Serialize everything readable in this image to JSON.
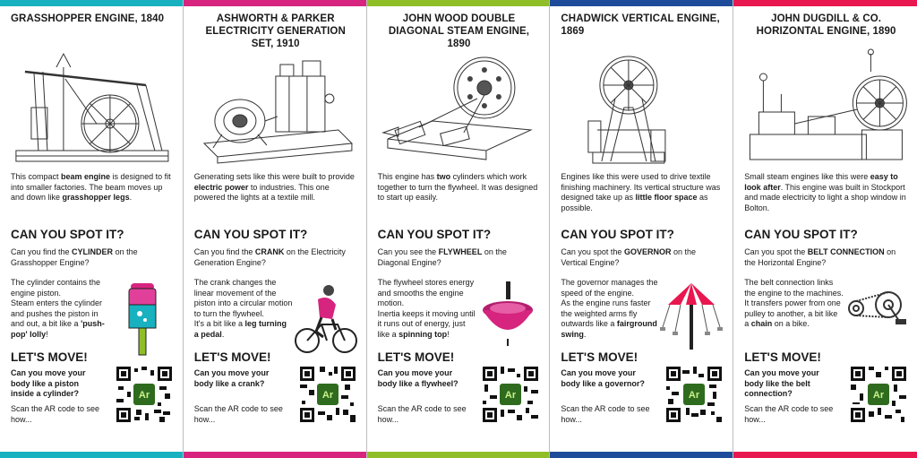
{
  "colors": {
    "teal": "#17b1bf",
    "magenta": "#d6247f",
    "green": "#8fbe27",
    "blue": "#1e4c9a",
    "pink": "#e8174f",
    "qr_badge": "#2f6b1f"
  },
  "panels": [
    {
      "title": "GRASSHOPPER ENGINE, 1840",
      "intro": [
        "This compact ",
        "beam engine",
        " is designed to fit into smaller factories. The beam moves up and down like ",
        "grasshopper legs",
        "."
      ],
      "spot_heading": "CAN YOU SPOT IT?",
      "question": [
        "Can you find the ",
        "CYLINDER",
        " on the Grasshopper Engine?"
      ],
      "body": [
        "The cylinder contains the engine piston.",
        "Steam enters the cylinder and pushes the piston in and out, a bit like a ",
        "'push-pop' lolly",
        "!"
      ],
      "move_heading": "LET'S MOVE!",
      "move_question": "Can you move your body like a piston inside a cylinder?",
      "scan": "Scan the AR code to see how...",
      "qr_label": "Ar"
    },
    {
      "title": "ASHWORTH & PARKER ELECTRICITY GENERATION SET, 1910",
      "intro": [
        "Generating sets like this were built to provide ",
        "electric power",
        " to industries. This one powered the lights at a textile mill."
      ],
      "spot_heading": "CAN YOU SPOT IT?",
      "question": [
        "Can you find the ",
        "CRANK",
        " on the Electricity Generation Engine?"
      ],
      "body": [
        "The crank changes the linear movement of the piston into a circular motion to turn the flywheel.",
        "It's a bit like a ",
        "leg turning a pedal",
        "."
      ],
      "move_heading": "LET'S MOVE!",
      "move_question": "Can you move your body like a crank?",
      "scan": "Scan the AR code to see how...",
      "qr_label": "Ar"
    },
    {
      "title": "JOHN WOOD DOUBLE DIAGONAL STEAM ENGINE, 1890",
      "intro": [
        "This engine has ",
        "two",
        " cylinders which work together to turn the flywheel. It was designed to start up easily."
      ],
      "spot_heading": "CAN YOU SPOT IT?",
      "question": [
        "Can you see the ",
        "FLYWHEEL",
        " on the Diagonal Engine?"
      ],
      "body": [
        "The flywheel stores energy and smooths the engine motion.",
        "Inertia keeps it moving until it runs out of energy, just like a ",
        "spinning top",
        "!"
      ],
      "move_heading": "LET'S MOVE!",
      "move_question": "Can you move your body like a flywheel?",
      "scan": "Scan the AR code to see how...",
      "qr_label": "Ar"
    },
    {
      "title": "CHADWICK VERTICAL ENGINE, 1869",
      "intro": [
        "Engines like this were used to drive textile finishing machinery. Its vertical structure was designed take up as ",
        "little floor space",
        " as possible."
      ],
      "spot_heading": "CAN YOU SPOT IT?",
      "question": [
        "Can you spot the ",
        "GOVERNOR",
        " on the Vertical Engine?"
      ],
      "body": [
        "The governor manages the speed of the engine.",
        "As the engine runs faster the weighted arms fly outwards like a ",
        "fairground swing",
        "."
      ],
      "move_heading": "LET'S MOVE!",
      "move_question": "Can you move your body like a governor?",
      "scan": "Scan the AR code to see how...",
      "qr_label": "Ar"
    },
    {
      "title": "JOHN DUGDILL & CO. HORIZONTAL ENGINE, 1890",
      "intro": [
        "Small steam engines like this were ",
        "easy to look after",
        ". This engine was built in Stockport and made electricity to light a shop window in Bolton."
      ],
      "spot_heading": "CAN YOU SPOT IT?",
      "question": [
        "Can you spot the ",
        "BELT CONNECTION",
        " on the Horizontal Engine?"
      ],
      "body": [
        "The belt connection links the engine to the machines.",
        "It transfers power from one pulley to another, a bit like a ",
        "chain",
        " on a bike."
      ],
      "move_heading": "LET'S MOVE!",
      "move_question": "Can you move your body like the belt connection?",
      "scan": "Scan the AR code to see how...",
      "qr_label": "Ar"
    }
  ]
}
